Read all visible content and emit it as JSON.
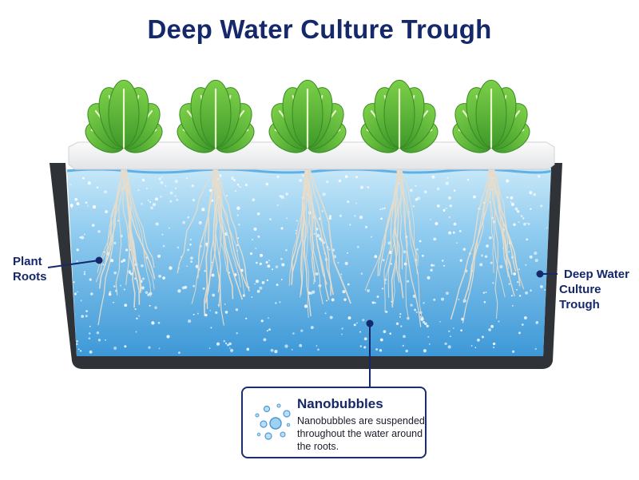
{
  "title": "Deep Water Culture Trough",
  "labels": {
    "plant_roots": [
      "Plant",
      "Roots"
    ],
    "trough": [
      "Deep Water",
      "Culture Trough"
    ]
  },
  "callout": {
    "title": "Nanobubbles",
    "body": "Nanobubbles are suspended throughout the water around the roots."
  },
  "colors": {
    "title": "#15286a",
    "water_top": "#9fd3f2",
    "water_bottom": "#3e9ad8",
    "trough_wall": "#2f3338",
    "leaf": "#5cb335",
    "raft": "#f2f3f4",
    "root": "#d8ccb8"
  },
  "plant_count": 5
}
